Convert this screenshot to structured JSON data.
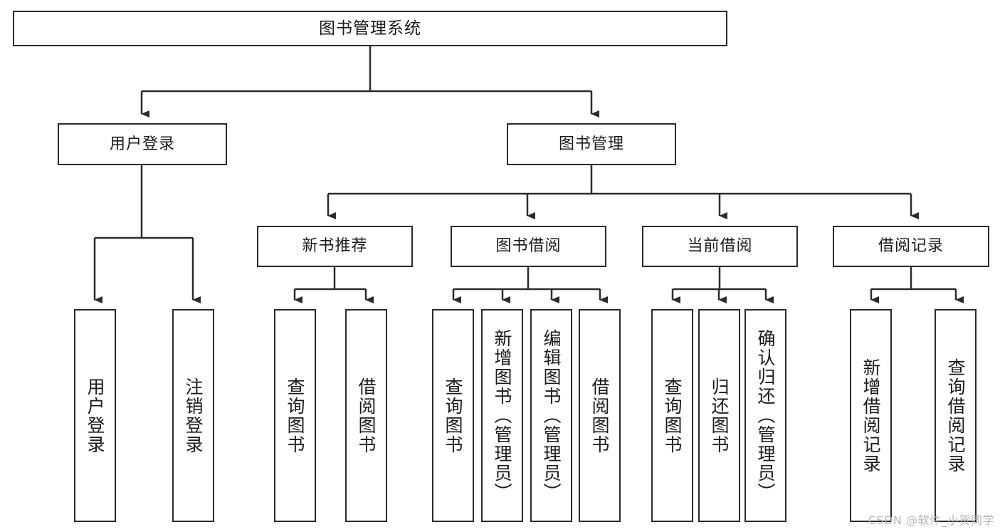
{
  "diagram": {
    "title": "图书管理系统",
    "type": "hierarchy-tree",
    "root": {
      "label": "图书管理系统"
    },
    "level2": [
      {
        "label": "用户登录"
      },
      {
        "label": "图书管理"
      }
    ],
    "level3": [
      {
        "label": "新书推荐"
      },
      {
        "label": "图书借阅"
      },
      {
        "label": "当前借阅"
      },
      {
        "label": "借阅记录"
      }
    ],
    "leaves": {
      "user_login": [
        {
          "label": "用户登录"
        },
        {
          "label": "注销登录"
        }
      ],
      "new_book_recommend": [
        {
          "label": "查询图书"
        },
        {
          "label": "借阅图书"
        }
      ],
      "book_borrow": [
        {
          "label": "查询图书"
        },
        {
          "label": "新增图书（管理员）"
        },
        {
          "label": "编辑图书（管理员）"
        },
        {
          "label": "借阅图书"
        }
      ],
      "current_borrow": [
        {
          "label": "查询图书"
        },
        {
          "label": "归还图书"
        },
        {
          "label": "确认归还（管理员）"
        }
      ],
      "borrow_record": [
        {
          "label": "新增借阅记录"
        },
        {
          "label": "查询借阅记录"
        }
      ]
    }
  },
  "watermark": {
    "text": "CSDN @软件_小贺同学"
  },
  "colors": {
    "stroke": "#2b2b2b",
    "fill": "#ffffff",
    "text": "#1a1a1a",
    "watermark": "#b5b5b5"
  }
}
